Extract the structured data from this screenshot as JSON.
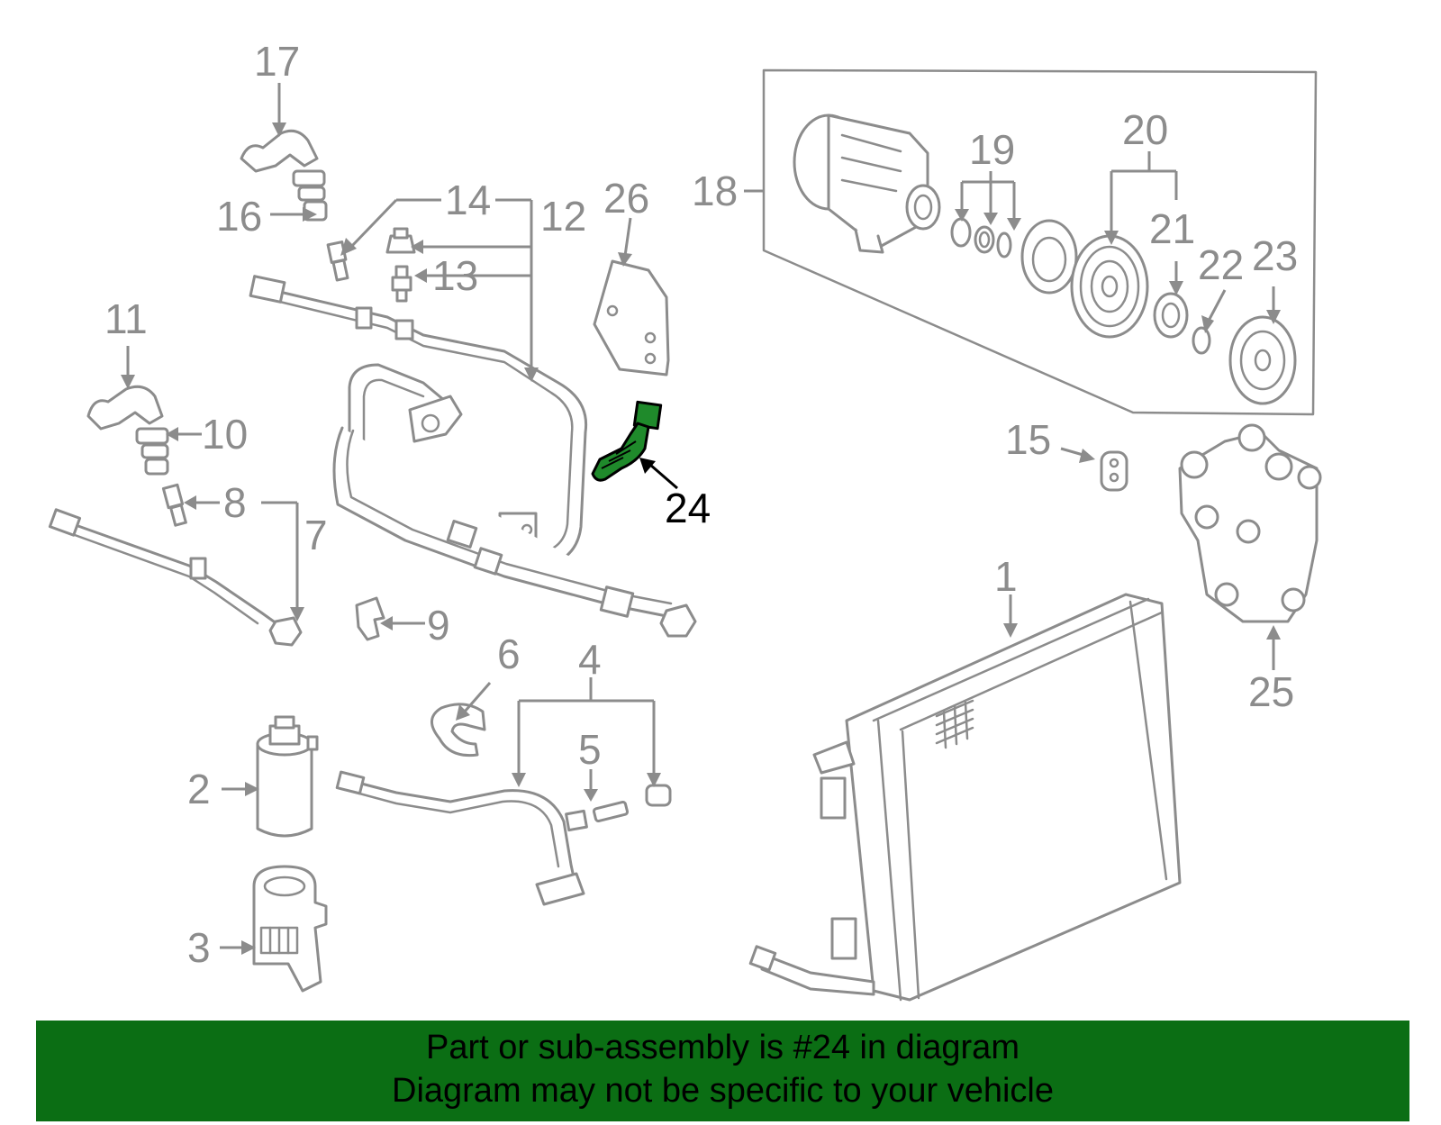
{
  "callouts": {
    "c1": "1",
    "c2": "2",
    "c3": "3",
    "c4": "4",
    "c5": "5",
    "c6": "6",
    "c7": "7",
    "c8": "8",
    "c9": "9",
    "c10": "10",
    "c11": "11",
    "c12": "12",
    "c13": "13",
    "c14": "14",
    "c15": "15",
    "c16": "16",
    "c17": "17",
    "c18": "18",
    "c19": "19",
    "c20": "20",
    "c21": "21",
    "c22": "22",
    "c23": "23",
    "c24": "24",
    "c25": "25",
    "c26": "26"
  },
  "highlighted_part": "24",
  "colors": {
    "part_stroke": "#8c8c8c",
    "highlight_fill": "#1f8a2b",
    "banner_background": "#0b6e14",
    "banner_text": "#000000"
  },
  "banner": {
    "line1": "Part or sub-assembly is #24 in diagram",
    "line2": "Diagram may not be specific to your vehicle"
  }
}
